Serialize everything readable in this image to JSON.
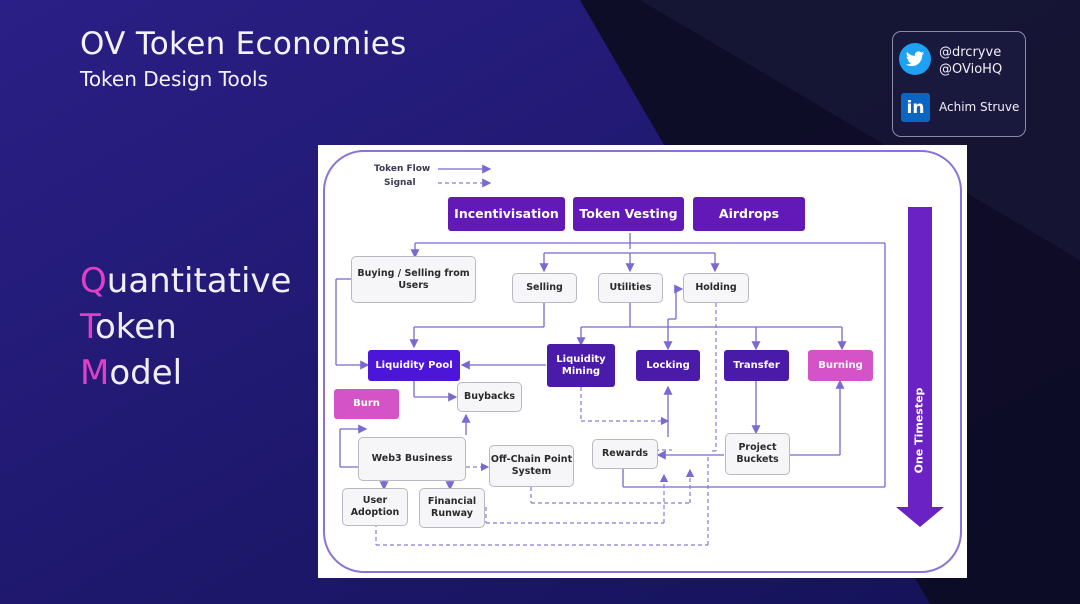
{
  "slide": {
    "title": "OV Token Economies",
    "subtitle": "Token Design Tools",
    "acronym": [
      {
        "initial": "Q",
        "rest": "uantitative"
      },
      {
        "initial": "T",
        "rest": "oken"
      },
      {
        "initial": "M",
        "rest": "odel"
      }
    ]
  },
  "social": {
    "twitter_handles": [
      "@drcryve",
      "@OVioHQ"
    ],
    "linkedin_name": "Achim Struve",
    "linkedin_glyph": "in"
  },
  "diagram": {
    "legend": {
      "flow": "Token Flow",
      "signal": "Signal"
    },
    "nodes": {
      "incentivisation": "Incentivisation",
      "token_vesting": "Token Vesting",
      "airdrops": "Airdrops",
      "buying_selling": "Buying / Selling from Users",
      "selling": "Selling",
      "utilities": "Utilities",
      "holding": "Holding",
      "liquidity_pool": "Liquidity Pool",
      "liquidity_mining": "Liquidity Mining",
      "locking": "Locking",
      "transfer": "Transfer",
      "burning": "Burning",
      "burn": "Burn",
      "buybacks": "Buybacks",
      "web3_business": "Web3 Business",
      "off_chain": "Off-Chain Point System",
      "rewards": "Rewards",
      "project_buckets": "Project Buckets",
      "user_adoption": "User Adoption",
      "financial_runway": "Financial Runway"
    },
    "timestep_label": "One Timestep",
    "colors": {
      "flow": "#7b68d0",
      "signal": "#8a7ad8",
      "arrow_fill": "#6a22c4"
    }
  }
}
